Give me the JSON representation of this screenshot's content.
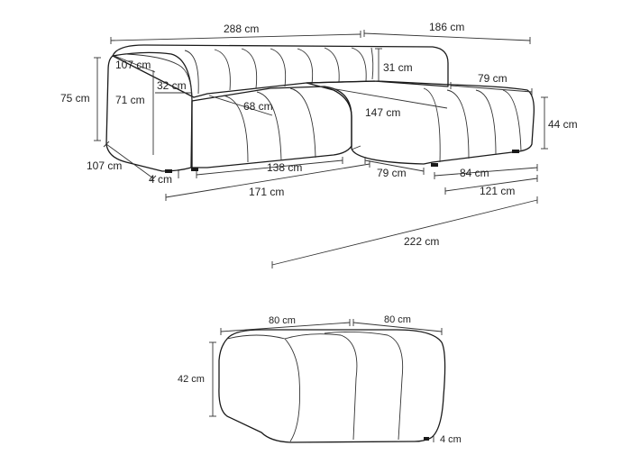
{
  "sofa": {
    "dimensions": {
      "total_width": "288 cm",
      "chaise_width": "186 cm",
      "depth_left": "107 cm",
      "height": "75 cm",
      "arm_height": "71 cm",
      "arm_width": "32 cm",
      "seat_depth": "68 cm",
      "back_cushion_height": "31 cm",
      "chaise_module_width": "79 cm",
      "chaise_seat_length": "147 cm",
      "seat_height": "44 cm",
      "base_depth": "107 cm",
      "leg_height": "4 cm",
      "seat_width": "138 cm",
      "chaise_front_width": "79 cm",
      "chaise_inner_width": "84 cm",
      "left_section_width": "171 cm",
      "chaise_section_width": "121 cm",
      "chaise_total_depth": "222 cm"
    }
  },
  "ottoman": {
    "dimensions": {
      "width": "80 cm",
      "depth": "80 cm",
      "height": "42 cm",
      "leg_height": "4 cm"
    }
  }
}
